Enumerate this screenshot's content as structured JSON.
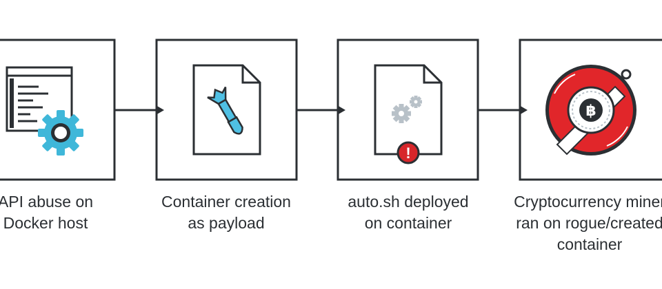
{
  "diagram": {
    "steps": [
      {
        "label_lines": [
          "API abuse on",
          "Docker host"
        ]
      },
      {
        "label_lines": [
          "Container creation",
          "as payload"
        ]
      },
      {
        "label_lines": [
          "auto.sh deployed",
          "on container"
        ]
      },
      {
        "label_lines": [
          "Cryptocurrency miner",
          "ran on rogue/created",
          "container"
        ]
      }
    ],
    "icons": [
      "api-gear-icon",
      "bomb-document-icon",
      "gear-document-alert-icon",
      "bitcoin-lifebuoy-icon"
    ],
    "colors": {
      "outline": "#2b2f33",
      "gear_blue": "#3fb7d9",
      "missile_blue": "#4fc0e4",
      "alert_red": "#d7262a",
      "gear_grey": "#b8c1c8",
      "lifebuoy_red": "#e1262a"
    },
    "coin_symbol": "฿",
    "alert_symbol": "!"
  }
}
